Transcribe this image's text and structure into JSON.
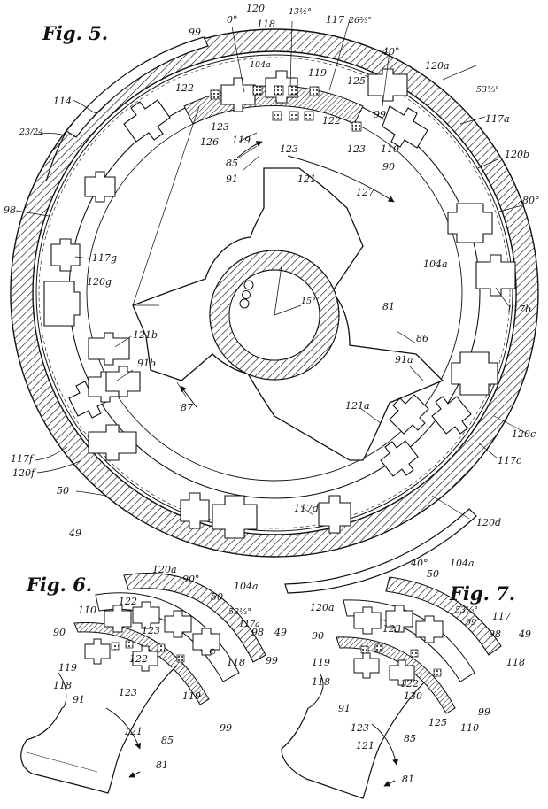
{
  "figures": {
    "fig5": {
      "title": "Fig. 5.",
      "labels": {
        "l_0deg": "0°",
        "l_120": "120",
        "l_13_5": "13½°",
        "l_117": "117",
        "l_26_5": "26⅔°",
        "l_99_top": "99",
        "l_118": "118",
        "l_104a": "104a",
        "l_40deg": "40°",
        "l_120a": "120a",
        "l_53_5": "53⅓°",
        "l_122_top": "122",
        "l_119_top": "119",
        "l_125": "125",
        "l_99_mid": "99",
        "l_117a": "117a",
        "l_123a": "123",
        "l_122_mid": "122",
        "l_126": "126",
        "l_119_mid": "119",
        "l_123_mid": "123",
        "l_123_right": "123",
        "l_110": "110",
        "l_85": "85",
        "l_90": "90",
        "l_120b": "120b",
        "l_91": "91",
        "l_121": "121",
        "l_127": "127",
        "l_80deg": "80°",
        "l_114": "114",
        "l_23_24": "23/24",
        "l_98": "98",
        "l_117g": "117g",
        "l_104a_right": "104a",
        "l_120g": "120g",
        "l_117b": "117b",
        "l_15deg": "15°",
        "l_81": "81",
        "l_121b": "121b",
        "l_86": "86",
        "l_91b": "91b",
        "l_91a": "91a",
        "l_87": "87",
        "l_121a": "121a",
        "l_120c": "120c",
        "l_117f": "117f",
        "l_120f": "120f",
        "l_117c": "117c",
        "l_50": "50",
        "l_117d": "117d",
        "l_120d": "120d",
        "l_49": "49"
      }
    },
    "fig6": {
      "title": "Fig. 6.",
      "labels": {
        "l_120a": "120a",
        "l_90deg": "90°",
        "l_50": "50",
        "l_104a": "104a",
        "l_110": "110",
        "l_122a": "122",
        "l_53_5": "53⅓°",
        "l_117a": "117a",
        "l_123a": "123",
        "l_98": "98",
        "l_49": "49",
        "l_90": "90",
        "l_119a": "119",
        "l_122b": "122",
        "l_118a": "118",
        "l_99a": "99",
        "l_118b": "118",
        "l_119b": "119",
        "l_91": "91",
        "l_123b": "123",
        "l_85": "85",
        "l_121": "121",
        "l_99b": "99",
        "l_81": "81"
      }
    },
    "fig7": {
      "title": "Fig. 7.",
      "labels": {
        "l_40deg": "40°",
        "l_104a": "104a",
        "l_120a": "120a",
        "l_50": "50",
        "l_53_5": "53⅓°",
        "l_117": "117",
        "l_99a": "99",
        "l_123a": "123",
        "l_98": "98",
        "l_49": "49",
        "l_90": "90",
        "l_119": "119",
        "l_118a": "118",
        "l_118b": "118",
        "l_122": "122",
        "l_91": "91",
        "l_130": "130",
        "l_99b": "99",
        "l_123b": "123",
        "l_125": "125",
        "l_110": "110",
        "l_121": "121",
        "l_85": "85",
        "l_81": "81"
      }
    }
  }
}
